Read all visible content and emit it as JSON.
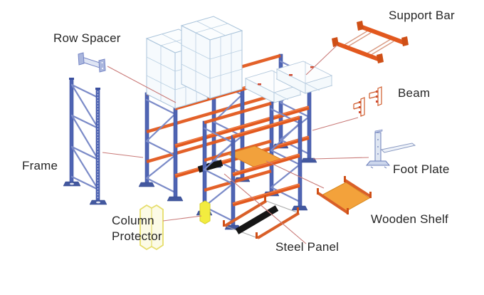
{
  "diagram": {
    "labels": {
      "row_spacer": "Row Spacer",
      "support_bar": "Support Bar",
      "beam": "Beam",
      "frame": "Frame",
      "foot_plate": "Foot Plate",
      "wooden_shelf": "Wooden Shelf",
      "steel_panel": "Steel Panel",
      "column_protector_1": "Column",
      "column_protector_2": "Protector"
    },
    "icons": [
      "frame-icon",
      "row-spacer-icon",
      "support-bar-icon",
      "beam-icon",
      "foot-plate-icon",
      "wooden-shelf-icon",
      "steel-panel-icon",
      "column-protector-icon"
    ],
    "colors": {
      "frame_blue": "#4f64b3",
      "brace_blue": "#7b8bc8",
      "beam_orange": "#e2581e",
      "shelf_orange": "#f2a13c",
      "pallet_blue": "#dcebf5",
      "carton_outline": "#a9c3da",
      "protector_yellow": "#f2ec3f",
      "panel_black": "#151515",
      "leader_line": "#c97a78",
      "label_text": "#262626",
      "background": "#ffffff"
    }
  }
}
